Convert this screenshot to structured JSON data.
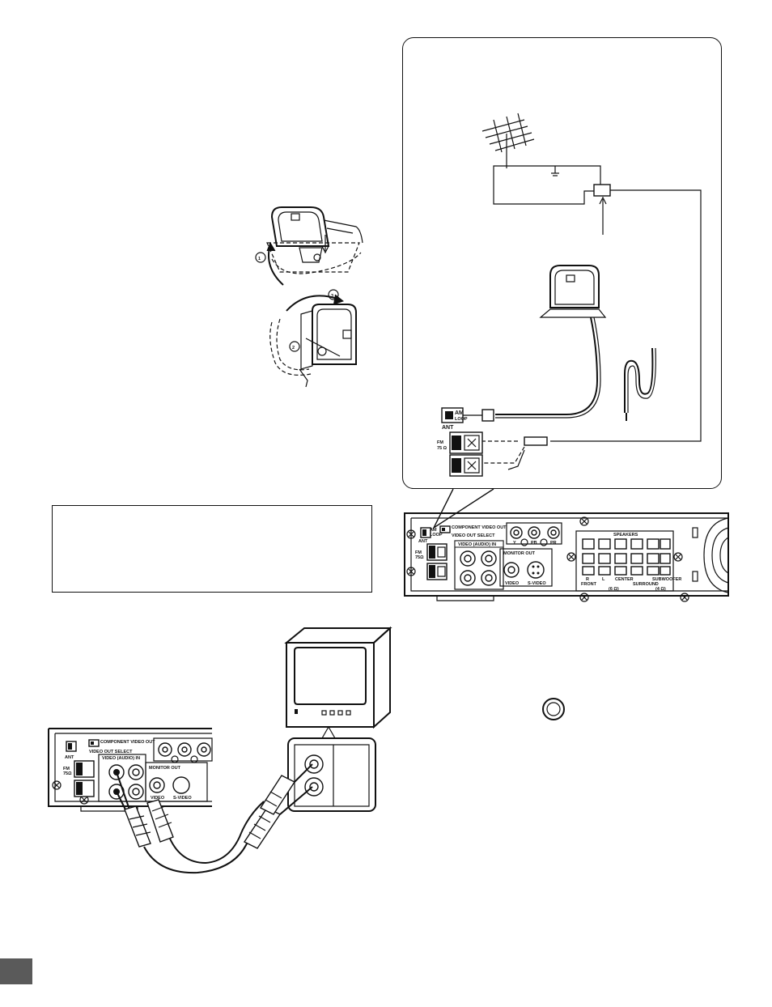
{
  "antenna_labels": {
    "am_top": "AM",
    "am_bottom": "LOOP",
    "ant": "ANT",
    "fm_top": "FM",
    "fm_bottom": "75 Ω"
  },
  "unit_panel": {
    "am": "AM",
    "loop": "LOOP",
    "ant": "ANT",
    "fm": "FM",
    "ohm": "75Ω",
    "component_video_out": "COMPONENT VIDEO OUT",
    "video_out_select": "VIDEO OUT SELECT",
    "video_audio_in": "VIDEO (AUDIO) IN",
    "monitor_out": "MONITOR OUT",
    "video": "VIDEO",
    "s_video": "S-VIDEO",
    "speakers": "SPEAKERS",
    "front": "FRONT",
    "center": "CENTER",
    "surround": "SURROUND",
    "subwoofer": "SUBWOOFER",
    "r": "R",
    "l": "L",
    "y": "Y",
    "pb": "PB",
    "pr": "PR",
    "impedance_left": "(6 Ω)",
    "impedance_right": "(4 Ω)"
  },
  "step_markers": {
    "one": "1",
    "two": "2",
    "three": "3"
  }
}
